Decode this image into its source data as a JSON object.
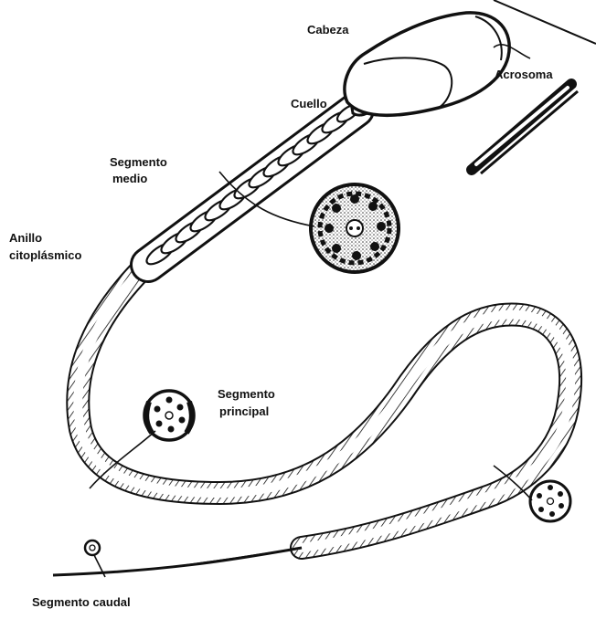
{
  "labels": {
    "cabeza": "Cabeza",
    "acrosoma": "Acrosoma",
    "cuello": "Cuello",
    "segmento_medio_1": "Segmento",
    "segmento_medio_2": "medio",
    "anillo_1": "Anillo",
    "anillo_2": "citoplásmico",
    "segmento_principal_1": "Segmento",
    "segmento_principal_2": "principal",
    "segmento_caudal": "Segmento caudal"
  }
}
